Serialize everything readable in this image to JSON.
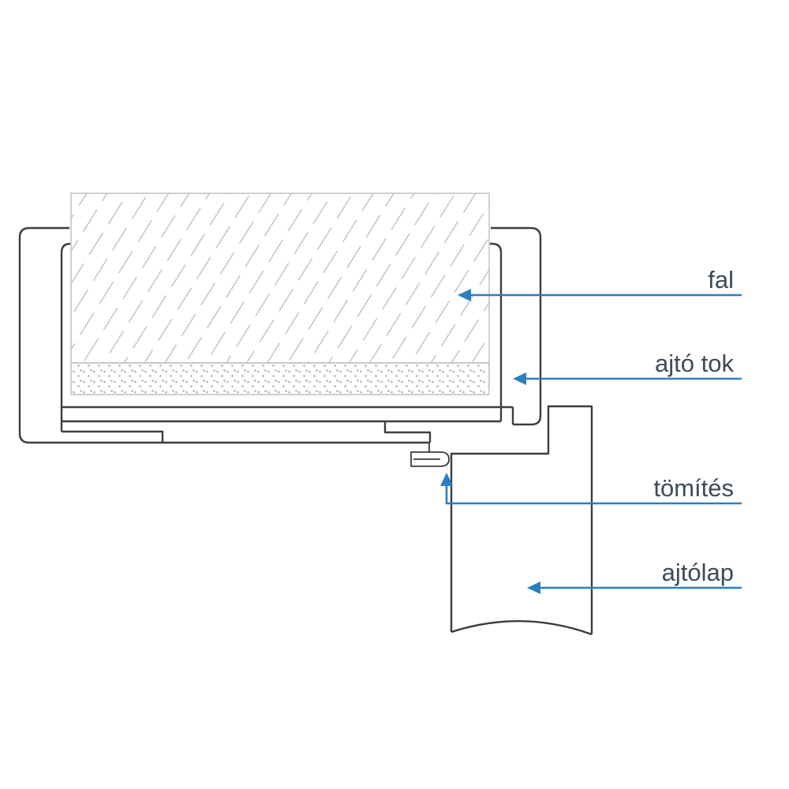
{
  "diagram": {
    "kind": "technical-cross-section",
    "subject": "door frame installation detail (horizontal section)",
    "language": "hu",
    "callouts": [
      {
        "label": "fal",
        "points_to": "wall"
      },
      {
        "label": "ajtó tok",
        "points_to": "door-frame"
      },
      {
        "label": "tömítés",
        "points_to": "seal"
      },
      {
        "label": "ajtólap",
        "points_to": "door-leaf"
      }
    ],
    "colors": {
      "background": "#ffffff",
      "outline": "#3d3d3d",
      "hatch": "#c7c7c7",
      "light_border": "#c4c4c4",
      "accent_blue": "#2b7fbf",
      "label_text": "#3c4b57"
    }
  }
}
